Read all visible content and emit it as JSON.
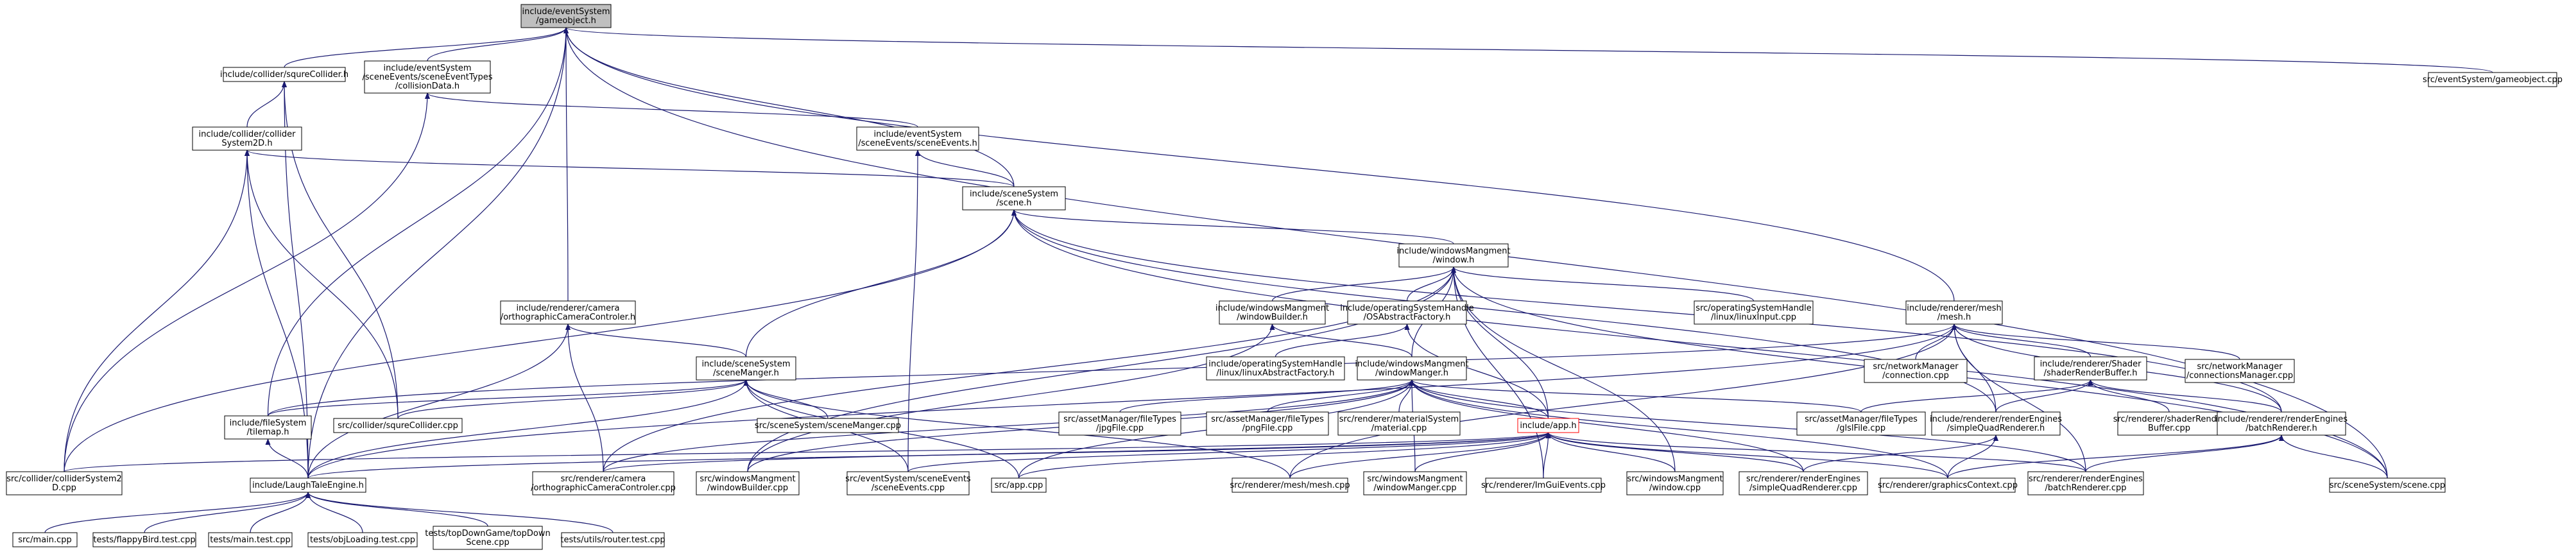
{
  "colors": {
    "edge": "#191970",
    "node_border": "#000000",
    "node_fill": "#ffffff",
    "root_fill": "#bfbfbf",
    "unresolved_border": "#ff0000",
    "background": "#ffffff"
  },
  "nodes": [
    {
      "id": "gameobject_h",
      "lines": [
        "include/eventSystem",
        "/gameobject.h"
      ],
      "root": true
    },
    {
      "id": "squrecollider_h",
      "lines": [
        "include/collider/squreCollider.h"
      ]
    },
    {
      "id": "collisiondata_h",
      "lines": [
        "include/eventSystem",
        "/sceneEvents/sceneEventTypes",
        "/collisionData.h"
      ]
    },
    {
      "id": "gameobject_cpp",
      "lines": [
        "src/eventSystem/gameobject.cpp"
      ]
    },
    {
      "id": "collidersystem2d_h",
      "lines": [
        "include/collider/collider",
        "System2D.h"
      ]
    },
    {
      "id": "sceneevents_h",
      "lines": [
        "include/eventSystem",
        "/sceneEvents/sceneEvents.h"
      ]
    },
    {
      "id": "scene_h",
      "lines": [
        "include/sceneSystem",
        "/scene.h"
      ]
    },
    {
      "id": "window_h",
      "lines": [
        "include/windowsMangment",
        "/window.h"
      ]
    },
    {
      "id": "mesh_h",
      "lines": [
        "include/renderer/mesh",
        "/mesh.h"
      ]
    },
    {
      "id": "orthocamctrl_h",
      "lines": [
        "include/renderer/camera",
        "/orthographicCameraControler.h"
      ]
    },
    {
      "id": "windowbuilder_h",
      "lines": [
        "include/windowsMangment",
        "/windowBuilder.h"
      ]
    },
    {
      "id": "osabstractfactory_h",
      "lines": [
        "include/operatingSystemHandle",
        "/OSAbstractFactory.h"
      ]
    },
    {
      "id": "linuxinput_cpp",
      "lines": [
        "src/operatingSystemHandle",
        "/linux/linuxInput.cpp"
      ]
    },
    {
      "id": "connection_cpp",
      "lines": [
        "src/networkManager",
        "/connection.cpp"
      ]
    },
    {
      "id": "shaderrenderbuffer_h",
      "lines": [
        "include/renderer/Shader",
        "/shaderRenderBuffer.h"
      ]
    },
    {
      "id": "connectionsmanager_cpp",
      "lines": [
        "src/networkManager",
        "/connectionsManager.cpp"
      ]
    },
    {
      "id": "scenemanger_h",
      "lines": [
        "include/sceneSystem",
        "/sceneManger.h"
      ]
    },
    {
      "id": "linuxabstractfactory_h",
      "lines": [
        "include/operatingSystemHandle",
        "/linux/linuxAbstractFactory.h"
      ]
    },
    {
      "id": "windowmanger_h",
      "lines": [
        "include/windowsMangment",
        "/windowManger.h"
      ]
    },
    {
      "id": "filesystem_tilemap_h",
      "lines": [
        "include/fileSystem",
        "/tilemap.h"
      ]
    },
    {
      "id": "squrecollider_cpp",
      "lines": [
        "src/collider/squreCollider.cpp"
      ]
    },
    {
      "id": "scenemanger_cpp",
      "lines": [
        "src/sceneSystem/sceneManger.cpp"
      ]
    },
    {
      "id": "jpgfile_cpp",
      "lines": [
        "src/assetManager/fileTypes",
        "/jpgFile.cpp"
      ]
    },
    {
      "id": "pngfile_cpp",
      "lines": [
        "src/assetManager/fileTypes",
        "/pngFile.cpp"
      ]
    },
    {
      "id": "material_cpp",
      "lines": [
        "src/renderer/materialSystem",
        "/material.cpp"
      ]
    },
    {
      "id": "app_h",
      "lines": [
        "include/app.h"
      ],
      "red": true
    },
    {
      "id": "glslfile_cpp",
      "lines": [
        "src/assetManager/fileTypes",
        "/glslFile.cpp"
      ]
    },
    {
      "id": "simplequadrenderer_h",
      "lines": [
        "include/renderer/renderEngines",
        "/simpleQuadRenderer.h"
      ]
    },
    {
      "id": "shaderrenderbuffer_cpp",
      "lines": [
        "src/renderer/shaderRender",
        "Buffer.cpp"
      ]
    },
    {
      "id": "batchrenderer_h",
      "lines": [
        "include/renderer/renderEngines",
        "/batchRenderer.h"
      ]
    },
    {
      "id": "collidersystem2d_cpp",
      "lines": [
        "src/collider/colliderSystem2",
        "D.cpp"
      ]
    },
    {
      "id": "laughtaleengine_h",
      "lines": [
        "include/LaughTaleEngine.h"
      ]
    },
    {
      "id": "orthocamctrl_cpp",
      "lines": [
        "src/renderer/camera",
        "/orthographicCameraControler.cpp"
      ]
    },
    {
      "id": "windowbuilder_cpp",
      "lines": [
        "src/windowsMangment",
        "/windowBuilder.cpp"
      ]
    },
    {
      "id": "sceneevents_cpp",
      "lines": [
        "src/eventSystem/sceneEvents",
        "/sceneEvents.cpp"
      ]
    },
    {
      "id": "app_cpp",
      "lines": [
        "src/app.cpp"
      ]
    },
    {
      "id": "mesh_cpp",
      "lines": [
        "src/renderer/mesh/mesh.cpp"
      ]
    },
    {
      "id": "windowmanger_cpp",
      "lines": [
        "src/windowsMangment",
        "/windowManger.cpp"
      ]
    },
    {
      "id": "imguievents_cpp",
      "lines": [
        "src/renderer/ImGuiEvents.cpp"
      ]
    },
    {
      "id": "window_cpp",
      "lines": [
        "src/windowsMangment",
        "/window.cpp"
      ]
    },
    {
      "id": "simplequadrenderer_cpp",
      "lines": [
        "src/renderer/renderEngines",
        "/simpleQuadRenderer.cpp"
      ]
    },
    {
      "id": "graphicscontext_cpp",
      "lines": [
        "src/renderer/graphicsContext.cpp"
      ]
    },
    {
      "id": "batchrenderer_cpp",
      "lines": [
        "src/renderer/renderEngines",
        "/batchRenderer.cpp"
      ]
    },
    {
      "id": "scene_cpp",
      "lines": [
        "src/sceneSystem/scene.cpp"
      ]
    },
    {
      "id": "main_cpp",
      "lines": [
        "src/main.cpp"
      ]
    },
    {
      "id": "flappybird_test_cpp",
      "lines": [
        "tests/flappyBird.test.cpp"
      ]
    },
    {
      "id": "main_test_cpp",
      "lines": [
        "tests/main.test.cpp"
      ]
    },
    {
      "id": "objloading_test_cpp",
      "lines": [
        "tests/objLoading.test.cpp"
      ]
    },
    {
      "id": "topdowngame_cpp",
      "lines": [
        "tests/topDownGame/topDown",
        "Scene.cpp"
      ]
    },
    {
      "id": "router_test_cpp",
      "lines": [
        "tests/utils/router.test.cpp"
      ]
    }
  ],
  "edges": [
    [
      "squrecollider_h",
      "gameobject_h"
    ],
    [
      "collisiondata_h",
      "gameobject_h"
    ],
    [
      "gameobject_cpp",
      "gameobject_h"
    ],
    [
      "mesh_h",
      "gameobject_h"
    ],
    [
      "scene_h",
      "gameobject_h"
    ],
    [
      "orthocamctrl_h",
      "gameobject_h"
    ],
    [
      "filesystem_tilemap_h",
      "gameobject_h"
    ],
    [
      "laughtaleengine_h",
      "gameobject_h"
    ],
    [
      "scene_cpp",
      "gameobject_h"
    ],
    [
      "collidersystem2d_h",
      "squrecollider_h"
    ],
    [
      "squrecollider_cpp",
      "squrecollider_h"
    ],
    [
      "laughtaleengine_h",
      "squrecollider_h"
    ],
    [
      "sceneevents_h",
      "collisiondata_h"
    ],
    [
      "collidersystem2d_cpp",
      "collisiondata_h"
    ],
    [
      "scene_h",
      "collidersystem2d_h"
    ],
    [
      "collidersystem2d_cpp",
      "collidersystem2d_h"
    ],
    [
      "laughtaleengine_h",
      "collidersystem2d_h"
    ],
    [
      "squrecollider_cpp",
      "collidersystem2d_h"
    ],
    [
      "scene_h",
      "sceneevents_h"
    ],
    [
      "sceneevents_cpp",
      "sceneevents_h"
    ],
    [
      "window_h",
      "scene_h"
    ],
    [
      "scenemanger_h",
      "scene_h"
    ],
    [
      "collidersystem2d_cpp",
      "scene_h"
    ],
    [
      "scene_cpp",
      "scene_h"
    ],
    [
      "batchrenderer_h",
      "scene_h"
    ],
    [
      "simplequadrenderer_h",
      "scene_h"
    ],
    [
      "windowbuilder_h",
      "window_h"
    ],
    [
      "osabstractfactory_h",
      "window_h"
    ],
    [
      "linuxinput_cpp",
      "window_h"
    ],
    [
      "windowmanger_h",
      "window_h"
    ],
    [
      "orthocamctrl_cpp",
      "window_h"
    ],
    [
      "windowbuilder_cpp",
      "window_h"
    ],
    [
      "window_cpp",
      "window_h"
    ],
    [
      "imguievents_cpp",
      "window_h"
    ],
    [
      "scene_cpp",
      "window_h"
    ],
    [
      "app_h",
      "window_h"
    ],
    [
      "connection_cpp",
      "mesh_h"
    ],
    [
      "shaderrenderbuffer_h",
      "mesh_h"
    ],
    [
      "connectionsmanager_cpp",
      "mesh_h"
    ],
    [
      "simplequadrenderer_h",
      "mesh_h"
    ],
    [
      "batchrenderer_h",
      "mesh_h"
    ],
    [
      "filesystem_tilemap_h",
      "mesh_h"
    ],
    [
      "mesh_cpp",
      "mesh_h"
    ],
    [
      "laughtaleengine_h",
      "mesh_h"
    ],
    [
      "batchrenderer_cpp",
      "mesh_h"
    ],
    [
      "scenemanger_h",
      "orthocamctrl_h"
    ],
    [
      "orthocamctrl_cpp",
      "orthocamctrl_h"
    ],
    [
      "laughtaleengine_h",
      "orthocamctrl_h"
    ],
    [
      "windowmanger_h",
      "windowbuilder_h"
    ],
    [
      "windowbuilder_cpp",
      "windowbuilder_h"
    ],
    [
      "linuxabstractfactory_h",
      "osabstractfactory_h"
    ],
    [
      "app_h",
      "osabstractfactory_h"
    ],
    [
      "glslfile_cpp",
      "shaderrenderbuffer_h"
    ],
    [
      "simplequadrenderer_h",
      "shaderrenderbuffer_h"
    ],
    [
      "shaderrenderbuffer_cpp",
      "shaderrenderbuffer_h"
    ],
    [
      "batchrenderer_h",
      "shaderrenderbuffer_h"
    ],
    [
      "filesystem_tilemap_h",
      "scenemanger_h"
    ],
    [
      "squrecollider_cpp",
      "scenemanger_h"
    ],
    [
      "scenemanger_cpp",
      "scenemanger_h"
    ],
    [
      "laughtaleengine_h",
      "scenemanger_h"
    ],
    [
      "app_cpp",
      "scenemanger_h"
    ],
    [
      "mesh_cpp",
      "scenemanger_h"
    ],
    [
      "sceneevents_cpp",
      "scenemanger_h"
    ],
    [
      "jpgfile_cpp",
      "windowmanger_h"
    ],
    [
      "pngfile_cpp",
      "windowmanger_h"
    ],
    [
      "material_cpp",
      "windowmanger_h"
    ],
    [
      "app_h",
      "windowmanger_h"
    ],
    [
      "glslfile_cpp",
      "windowmanger_h"
    ],
    [
      "orthocamctrl_cpp",
      "windowmanger_h"
    ],
    [
      "windowbuilder_cpp",
      "windowmanger_h"
    ],
    [
      "app_cpp",
      "windowmanger_h"
    ],
    [
      "windowmanger_cpp",
      "windowmanger_h"
    ],
    [
      "simplequadrenderer_cpp",
      "windowmanger_h"
    ],
    [
      "graphicscontext_cpp",
      "windowmanger_h"
    ],
    [
      "batchrenderer_cpp",
      "windowmanger_h"
    ],
    [
      "laughtaleengine_h",
      "filesystem_tilemap_h"
    ],
    [
      "laughtaleengine_h",
      "app_h"
    ],
    [
      "collidersystem2d_cpp",
      "app_h"
    ],
    [
      "app_cpp",
      "app_h"
    ],
    [
      "mesh_cpp",
      "app_h"
    ],
    [
      "windowmanger_cpp",
      "app_h"
    ],
    [
      "imguievents_cpp",
      "app_h"
    ],
    [
      "window_cpp",
      "app_h"
    ],
    [
      "simplequadrenderer_cpp",
      "app_h"
    ],
    [
      "graphicscontext_cpp",
      "app_h"
    ],
    [
      "batchrenderer_cpp",
      "app_h"
    ],
    [
      "sceneevents_cpp",
      "app_h"
    ],
    [
      "orthocamctrl_cpp",
      "app_h"
    ],
    [
      "simplequadrenderer_cpp",
      "simplequadrenderer_h"
    ],
    [
      "graphicscontext_cpp",
      "simplequadrenderer_h"
    ],
    [
      "graphicscontext_cpp",
      "batchrenderer_h"
    ],
    [
      "batchrenderer_cpp",
      "batchrenderer_h"
    ],
    [
      "scene_cpp",
      "batchrenderer_h"
    ],
    [
      "main_cpp",
      "laughtaleengine_h"
    ],
    [
      "flappybird_test_cpp",
      "laughtaleengine_h"
    ],
    [
      "main_test_cpp",
      "laughtaleengine_h"
    ],
    [
      "objloading_test_cpp",
      "laughtaleengine_h"
    ],
    [
      "topdowngame_cpp",
      "laughtaleengine_h"
    ],
    [
      "router_test_cpp",
      "laughtaleengine_h"
    ]
  ]
}
